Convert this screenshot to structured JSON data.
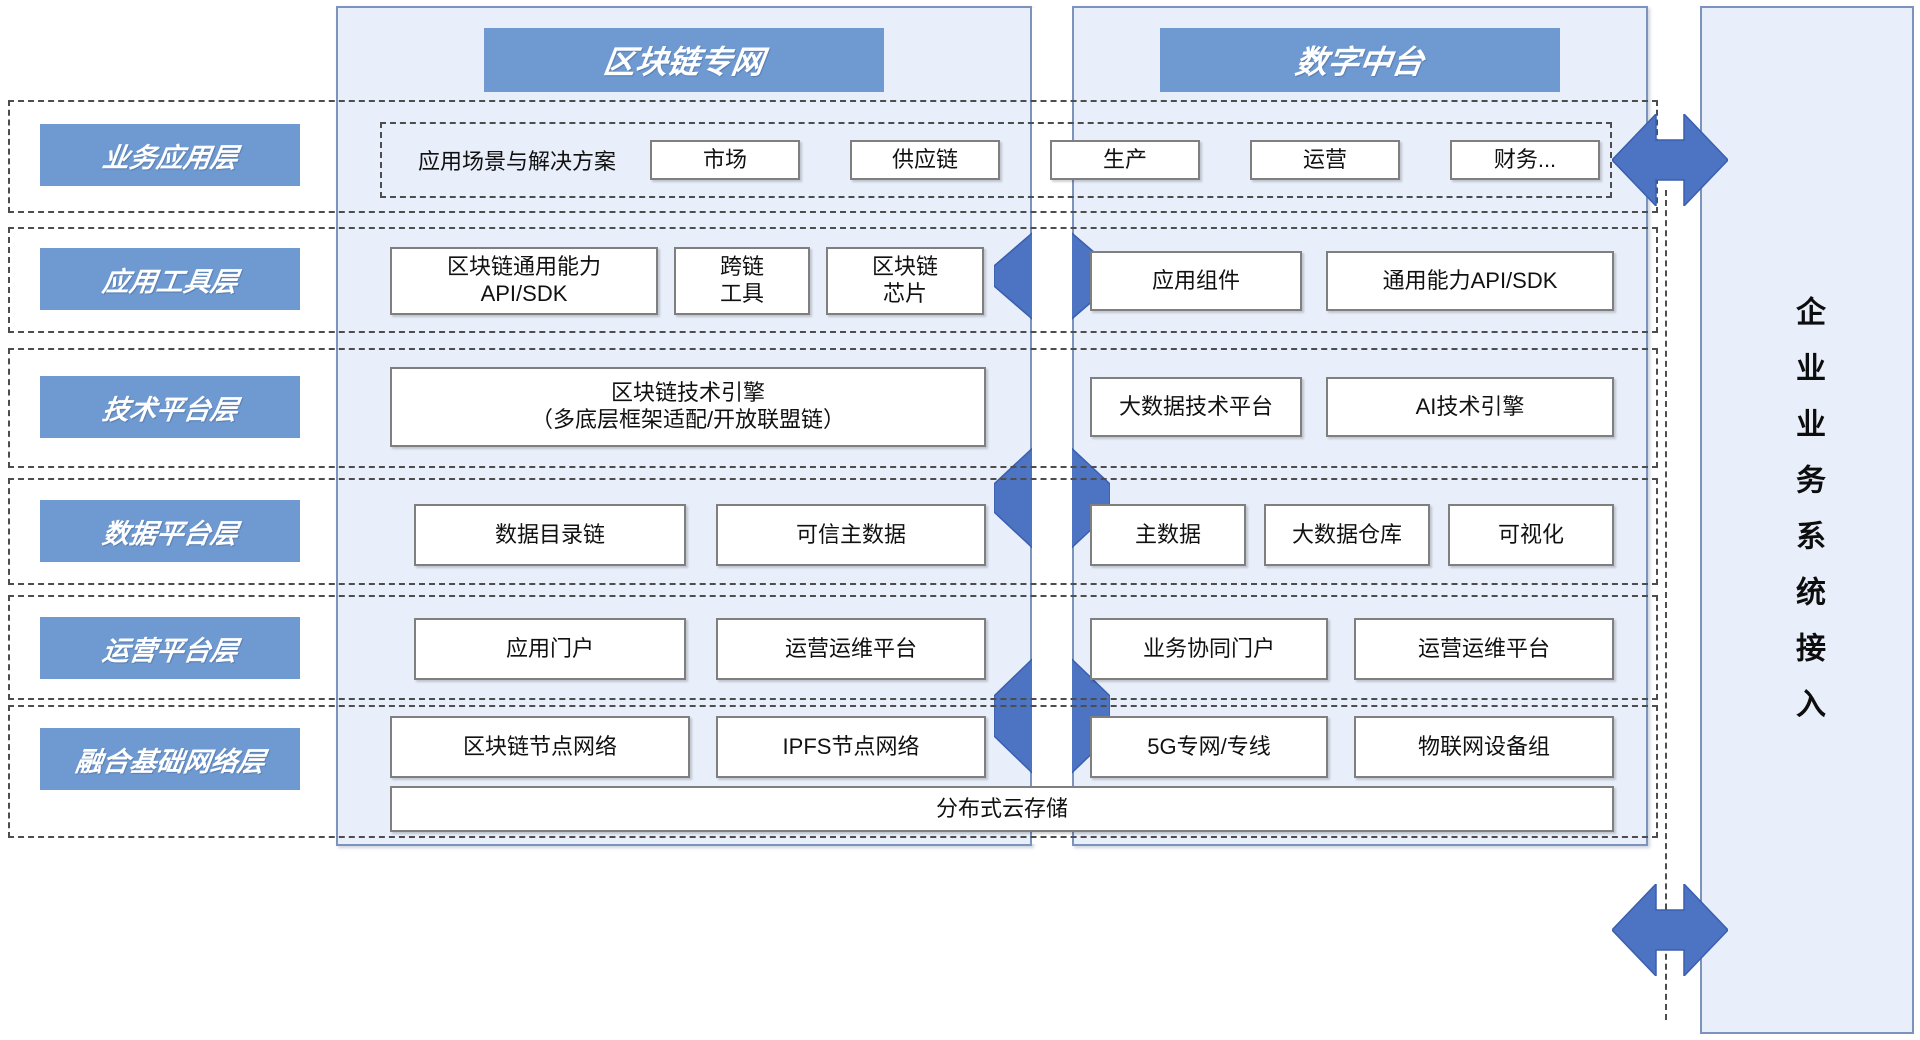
{
  "panels": [
    {
      "title": "区块链专网"
    },
    {
      "title": "数字中台"
    }
  ],
  "right_column": {
    "title": "企业业务系统接入"
  },
  "layers": [
    {
      "label": "业务应用层"
    },
    {
      "label": "应用工具层"
    },
    {
      "label": "技术平台层"
    },
    {
      "label": "数据平台层"
    },
    {
      "label": "运营平台层"
    },
    {
      "label": "融合基础网络层"
    }
  ],
  "business_app": {
    "scenario_label": "应用场景与解决方案",
    "scenarios": [
      "市场",
      "供应链",
      "生产",
      "运营",
      "财务..."
    ]
  },
  "app_tools": {
    "blockchain": [
      "区块链通用能力\nAPI/SDK",
      "跨链\n工具",
      "区块链\n芯片"
    ],
    "digital": [
      "应用组件",
      "通用能力API/SDK"
    ]
  },
  "tech_platform": {
    "blockchain": [
      "区块链技术引擎\n（多底层框架适配/开放联盟链）"
    ],
    "digital": [
      "大数据技术平台",
      "AI技术引擎"
    ]
  },
  "data_platform": {
    "blockchain": [
      "数据目录链",
      "可信主数据"
    ],
    "digital": [
      "主数据",
      "大数据仓库",
      "可视化"
    ]
  },
  "ops_platform": {
    "blockchain": [
      "应用门户",
      "运营运维平台"
    ],
    "digital": [
      "业务协同门户",
      "运营运维平台"
    ]
  },
  "network_layer": {
    "blockchain": [
      "区块链节点网络",
      "IPFS节点网络"
    ],
    "digital": [
      "5G专网/专线",
      "物联网设备组"
    ],
    "shared": "分布式云存储"
  },
  "colors": {
    "accent": "#6f9ad1",
    "arrow": "#4d73c3",
    "arrow_stroke": "#3a5fae",
    "panel_fill": "#e9effa",
    "panel_border": "#7c93bd"
  }
}
